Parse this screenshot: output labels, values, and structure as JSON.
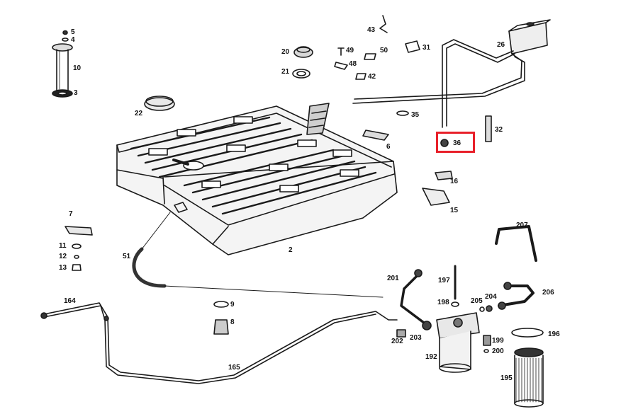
{
  "highlight": {
    "label": "36",
    "color": "#e8202a"
  },
  "parts": [
    {
      "id": "p5",
      "label": "5"
    },
    {
      "id": "p4",
      "label": "4"
    },
    {
      "id": "p10",
      "label": "10"
    },
    {
      "id": "p3",
      "label": "3"
    },
    {
      "id": "p22",
      "label": "22"
    },
    {
      "id": "p20",
      "label": "20"
    },
    {
      "id": "p21",
      "label": "21"
    },
    {
      "id": "p49",
      "label": "49"
    },
    {
      "id": "p48",
      "label": "48"
    },
    {
      "id": "p50",
      "label": "50"
    },
    {
      "id": "p42",
      "label": "42"
    },
    {
      "id": "p43",
      "label": "43"
    },
    {
      "id": "p31",
      "label": "31"
    },
    {
      "id": "p26",
      "label": "26"
    },
    {
      "id": "p35",
      "label": "35"
    },
    {
      "id": "p32",
      "label": "32"
    },
    {
      "id": "p36",
      "label": "36"
    },
    {
      "id": "p6",
      "label": "6"
    },
    {
      "id": "p16",
      "label": "16"
    },
    {
      "id": "p15",
      "label": "15"
    },
    {
      "id": "p7",
      "label": "7"
    },
    {
      "id": "p11",
      "label": "11"
    },
    {
      "id": "p12",
      "label": "12"
    },
    {
      "id": "p13",
      "label": "13"
    },
    {
      "id": "p2",
      "label": "2"
    },
    {
      "id": "p51",
      "label": "51"
    },
    {
      "id": "p207",
      "label": "207"
    },
    {
      "id": "p201",
      "label": "201"
    },
    {
      "id": "p197",
      "label": "197"
    },
    {
      "id": "p198",
      "label": "198"
    },
    {
      "id": "p205",
      "label": "205"
    },
    {
      "id": "p204",
      "label": "204"
    },
    {
      "id": "p206",
      "label": "206"
    },
    {
      "id": "p164",
      "label": "164"
    },
    {
      "id": "p9",
      "label": "9"
    },
    {
      "id": "p8",
      "label": "8"
    },
    {
      "id": "p202",
      "label": "202"
    },
    {
      "id": "p203",
      "label": "203"
    },
    {
      "id": "p199",
      "label": "199"
    },
    {
      "id": "p200",
      "label": "200"
    },
    {
      "id": "p196",
      "label": "196"
    },
    {
      "id": "p192",
      "label": "192"
    },
    {
      "id": "p165",
      "label": "165"
    },
    {
      "id": "p195",
      "label": "195"
    }
  ]
}
